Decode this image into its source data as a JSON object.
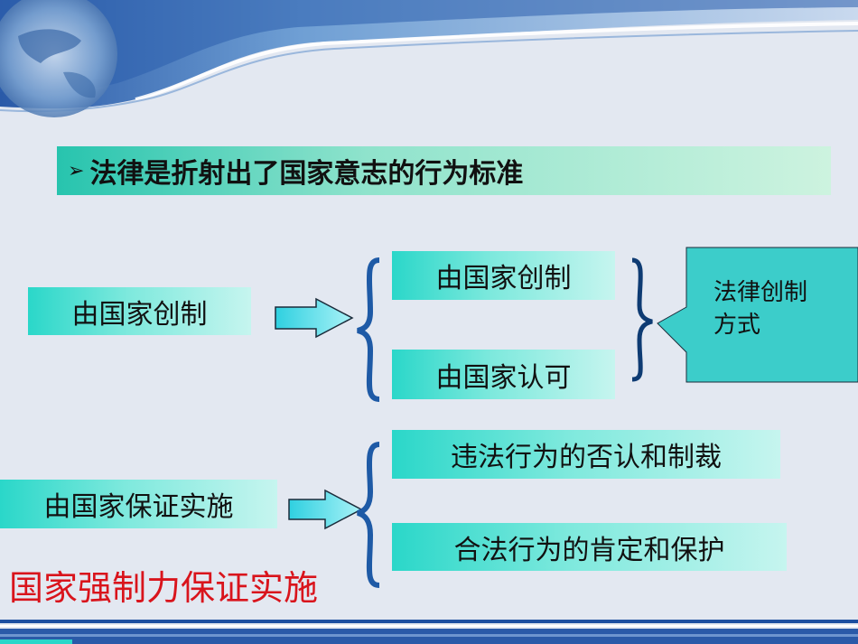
{
  "title": {
    "bullet": "➢",
    "text": "法律是折射出了国家意志的行为标准"
  },
  "left_creation": "由国家创制",
  "creation_branches": [
    "由国家创制",
    "由国家认可"
  ],
  "callout": "法律创制方式",
  "left_enforcement": "由国家保证实施",
  "enforcement_branches": [
    "违法行为的否认和制裁",
    "合法行为的肯定和保护"
  ],
  "emphasis": "国家强制力保证实施",
  "colors": {
    "box": "#2ad7c9",
    "accent_red": "#d9141c",
    "header_blue": "#1c4fa0"
  }
}
